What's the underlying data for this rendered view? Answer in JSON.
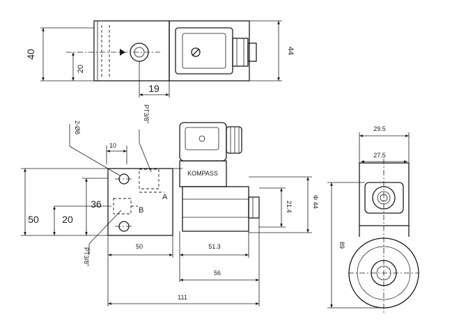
{
  "top_view": {
    "dim_height": "40",
    "dim_port": "20",
    "dim_port_offset": "19",
    "dim_coil": "44"
  },
  "front_view": {
    "label_holes": "2-Ø8",
    "label_port_top": "PT3/8\"",
    "label_port_bottom": "PT3/8\"",
    "dim_hole_spacing": "10",
    "dim_height": "50",
    "dim_height_left": "20",
    "dim_port_center": "36",
    "dim_body": "50",
    "dim_coil_start": "51.3",
    "dim_coil_length": "56",
    "dim_overall": "111",
    "dim_nut": "21.4",
    "dim_coil_dia": "Φ 44",
    "port_a": "A",
    "port_b": "B",
    "brand": "KOMPASS"
  },
  "side_view": {
    "dim_width_outer": "29.5",
    "dim_width_inner": "27.5",
    "dim_height": "89"
  }
}
